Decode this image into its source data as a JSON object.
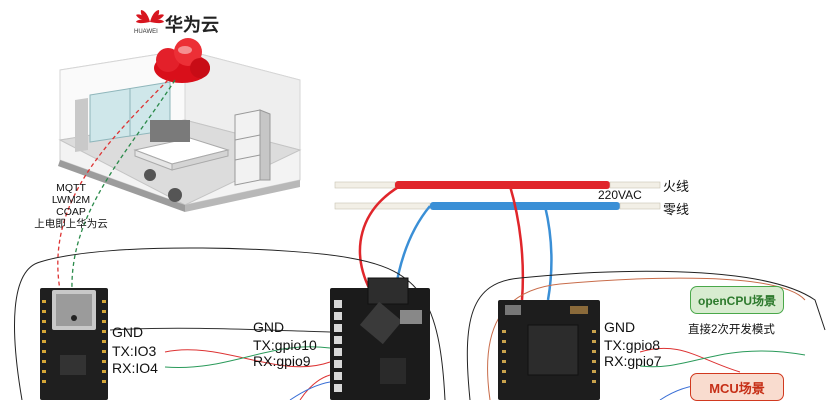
{
  "brand": {
    "logo_caption": "HUAWEI",
    "name": "华为云"
  },
  "protocols": {
    "line1": "MQTT",
    "line2": "LWM2M",
    "line3": "COAP",
    "line4": "上电即上华为云"
  },
  "power": {
    "live": "火线",
    "neutral": "零线",
    "voltage": "220VAC"
  },
  "left_board": {
    "gnd": "GND",
    "tx": "TX:IO3",
    "rx": "RX:IO4"
  },
  "center_board": {
    "gnd": "GND",
    "tx": "TX:gpio10",
    "rx": "RX:gpio9"
  },
  "right_board": {
    "gnd": "GND",
    "tx": "TX:gpio8",
    "rx": "RX:gpio7"
  },
  "modes": {
    "opencpu_label": "openCPU场景",
    "opencpu_desc": "直接2次开发模式",
    "mcu_label": "MCU场景",
    "opencpu_color": "#3f9b3a",
    "mcu_color": "#d1391f"
  },
  "colors": {
    "live_wire": "#e0262b",
    "neutral_wire": "#3a8fd6"
  }
}
